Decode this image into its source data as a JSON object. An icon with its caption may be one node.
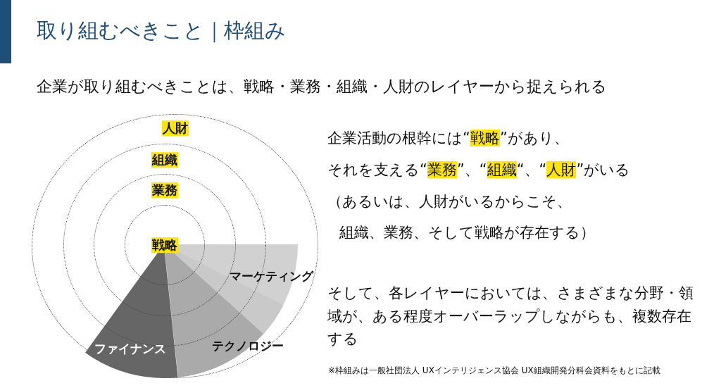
{
  "diagram": {
    "title": "取り組むべきこと｜枠組み",
    "nodes": [
      {
        "text": [
          "人財"
        ]
      },
      {
        "text": [
          "組織"
        ],
        "in": 0
      },
      {
        "text": [
          "業務"
        ],
        "in": 1
      },
      {
        "text": [
          "戦略"
        ],
        "in": 2
      },
      {
        "text": [
          "マーケティング"
        ],
        "in": 0
      },
      {
        "text": [
          "テクノロジー"
        ],
        "in": 0
      },
      {
        "text": [
          "ファイナンス"
        ],
        "in": 0
      }
    ],
    "edges": [],
    "labels": [
      "企業が取り組むべきことは、戦略・業務・組織・人財のレイヤーから捉えられる",
      "企業活動の根幹には“**戦略**”があり、",
      "それを支える“**業務**”、“**組織**“、“**人財**”がいる",
      "（あるいは、人財がいるからこそ、",
      "組織、業務、そして戦略が存在する）",
      "そして、各レイヤーにおいては、さまざまな分野・領域が、ある程度オーバーラップしながらも、複数存在する",
      "※枠組みは一般社団法人 UXインテリジェンス協会 UX組織開発分科会資料をもとに記載"
    ]
  }
}
